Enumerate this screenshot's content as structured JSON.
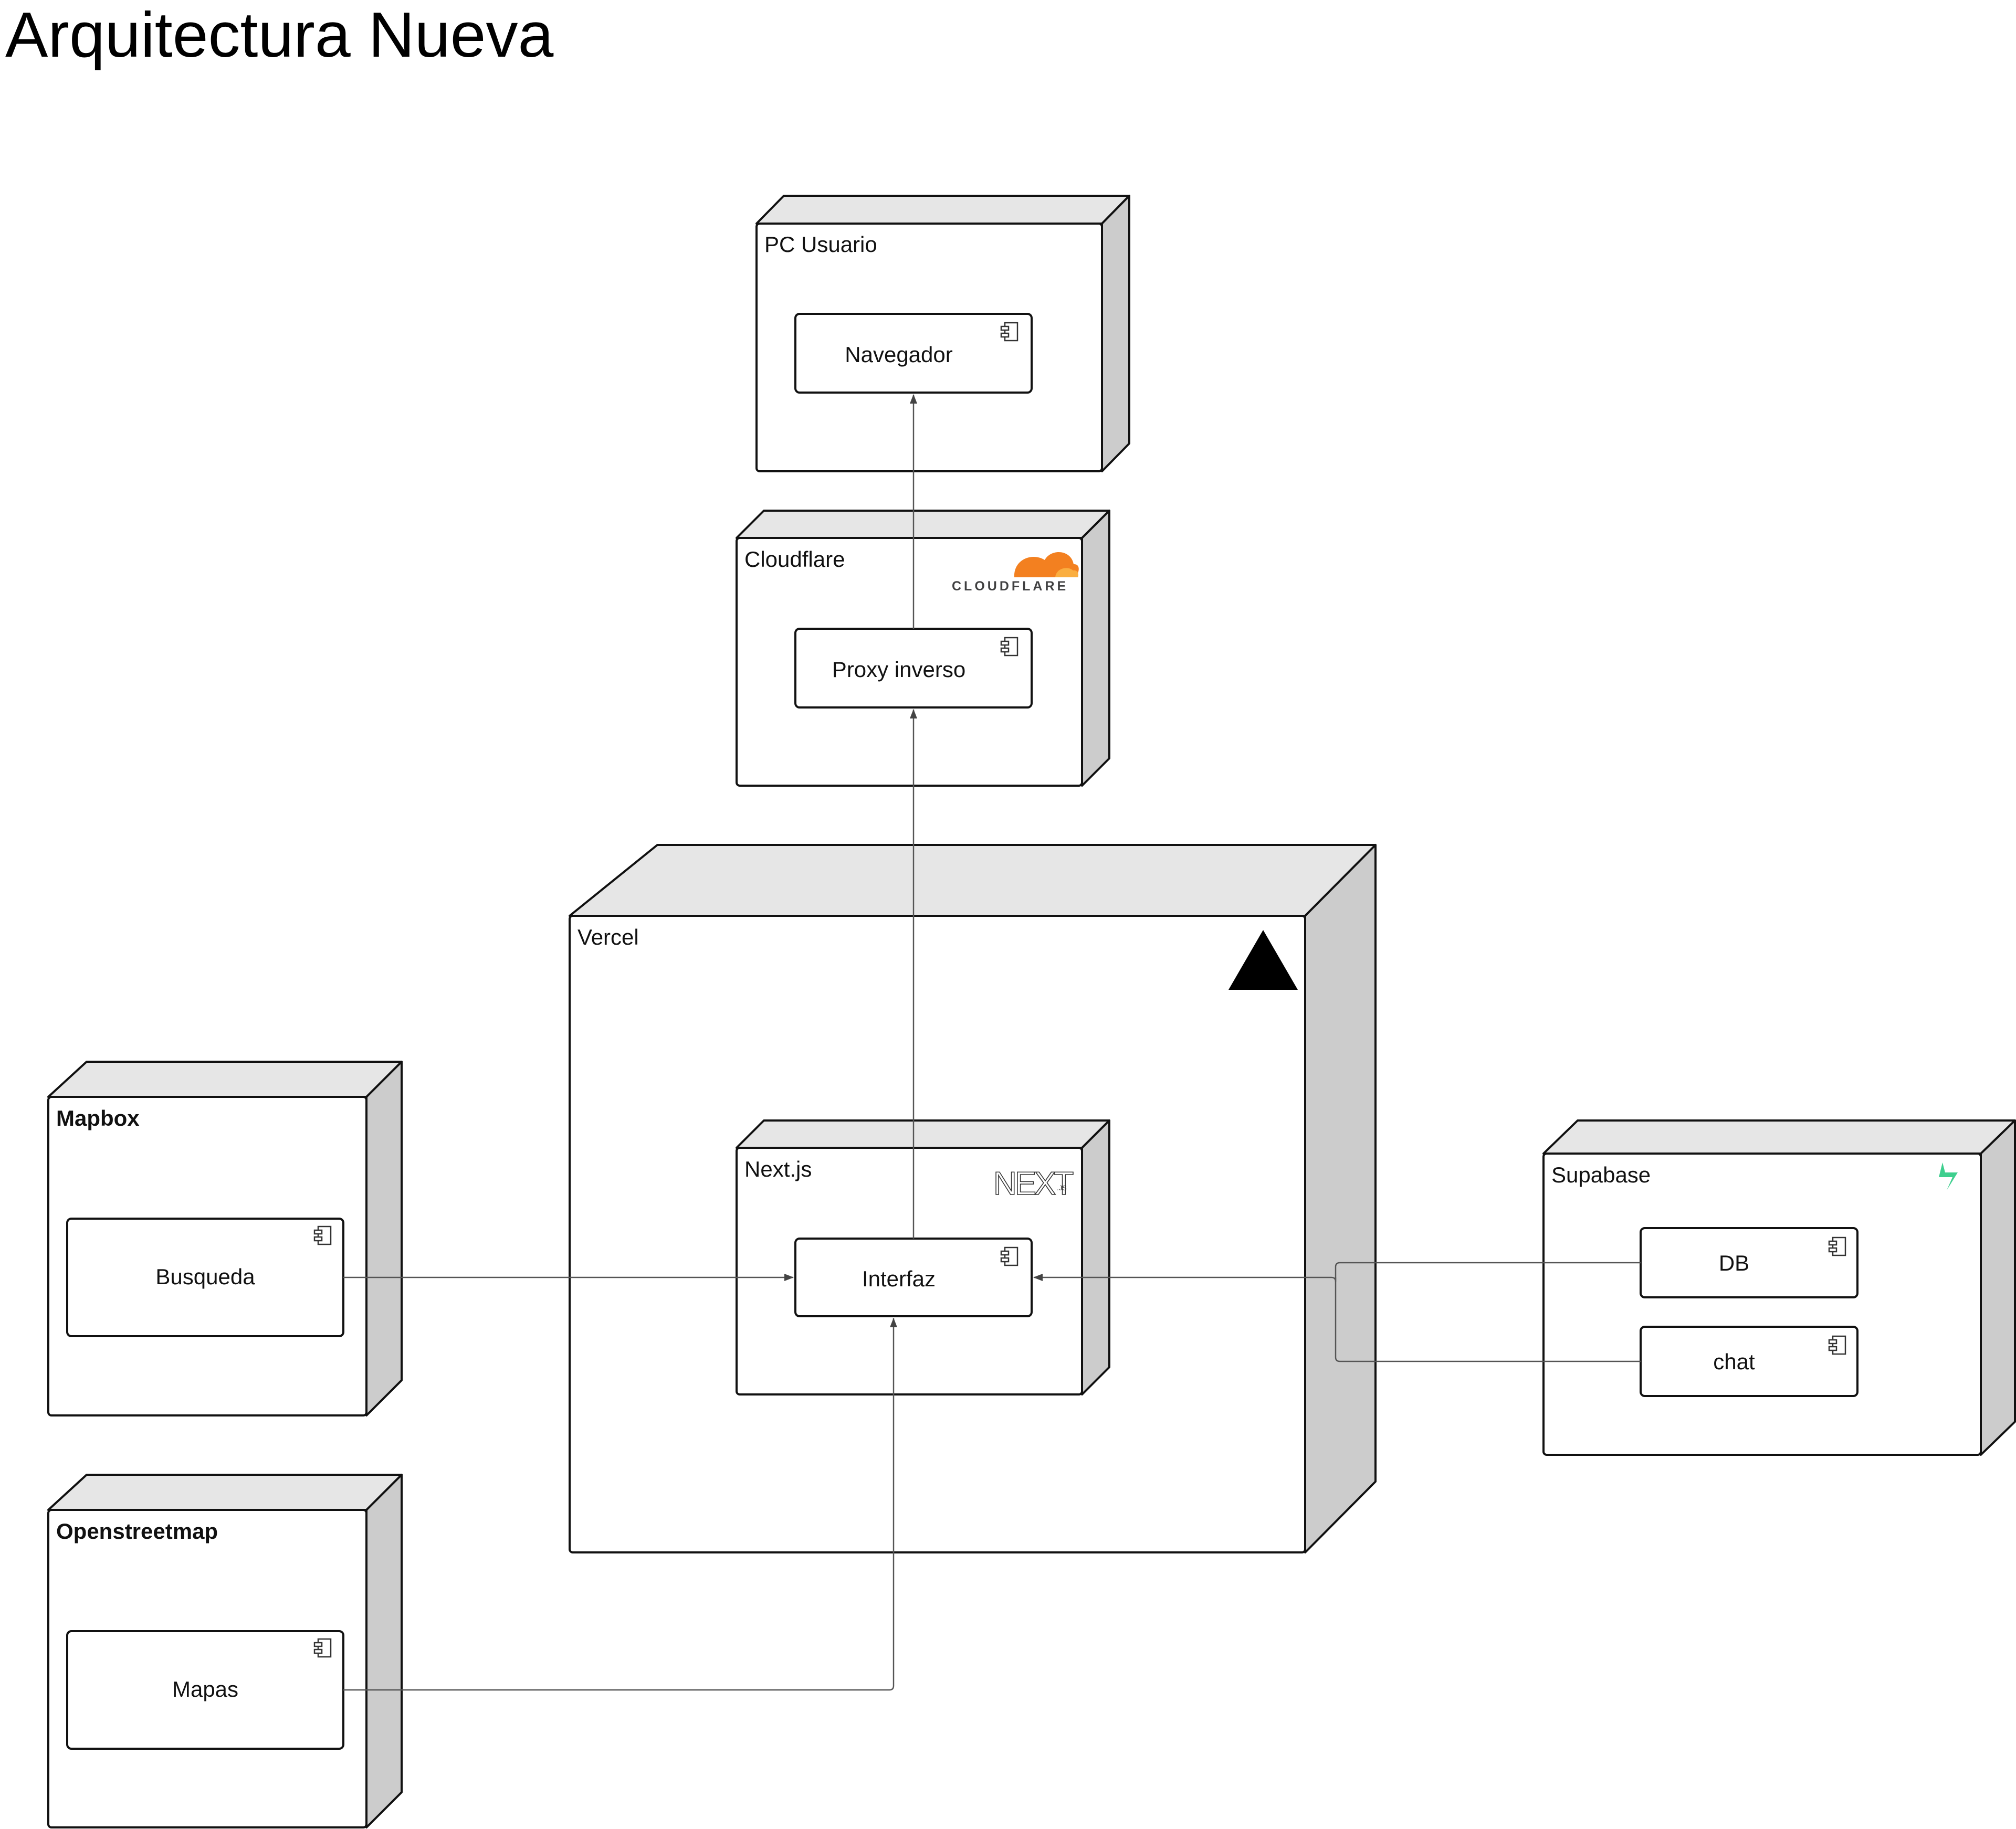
{
  "title": "Arquitectura Nueva",
  "nodes": {
    "pc_usuario": {
      "label": "PC Usuario",
      "component": "Navegador"
    },
    "cloudflare": {
      "label": "Cloudflare",
      "component": "Proxy inverso",
      "logo_text": "CLOUDFLARE",
      "logo_color": "#F38020"
    },
    "vercel": {
      "label": "Vercel",
      "logo": "triangle-logo"
    },
    "nextjs": {
      "label": "Next.js",
      "component": "Interfaz",
      "logo_text": "NEXT",
      "logo_sub": ".JS"
    },
    "mapbox": {
      "label": "Mapbox",
      "component": "Busqueda"
    },
    "openstreetmap": {
      "label": "Openstreetmap",
      "component": "Mapas"
    },
    "supabase": {
      "label": "Supabase",
      "components": [
        "DB",
        "chat"
      ],
      "logo_color": "#3ECF8E"
    }
  },
  "connections": [
    {
      "from": "Proxy inverso",
      "to": "Navegador"
    },
    {
      "from": "Interfaz",
      "to": "Proxy inverso"
    },
    {
      "from": "Busqueda",
      "to": "Interfaz"
    },
    {
      "from": "Mapas",
      "to": "Interfaz"
    },
    {
      "from": "DB",
      "to": "Interfaz"
    },
    {
      "from": "chat",
      "to": "Interfaz"
    }
  ],
  "colors": {
    "node_top": "#e6e6e6",
    "node_side": "#cccccc",
    "edge": "#555555"
  }
}
